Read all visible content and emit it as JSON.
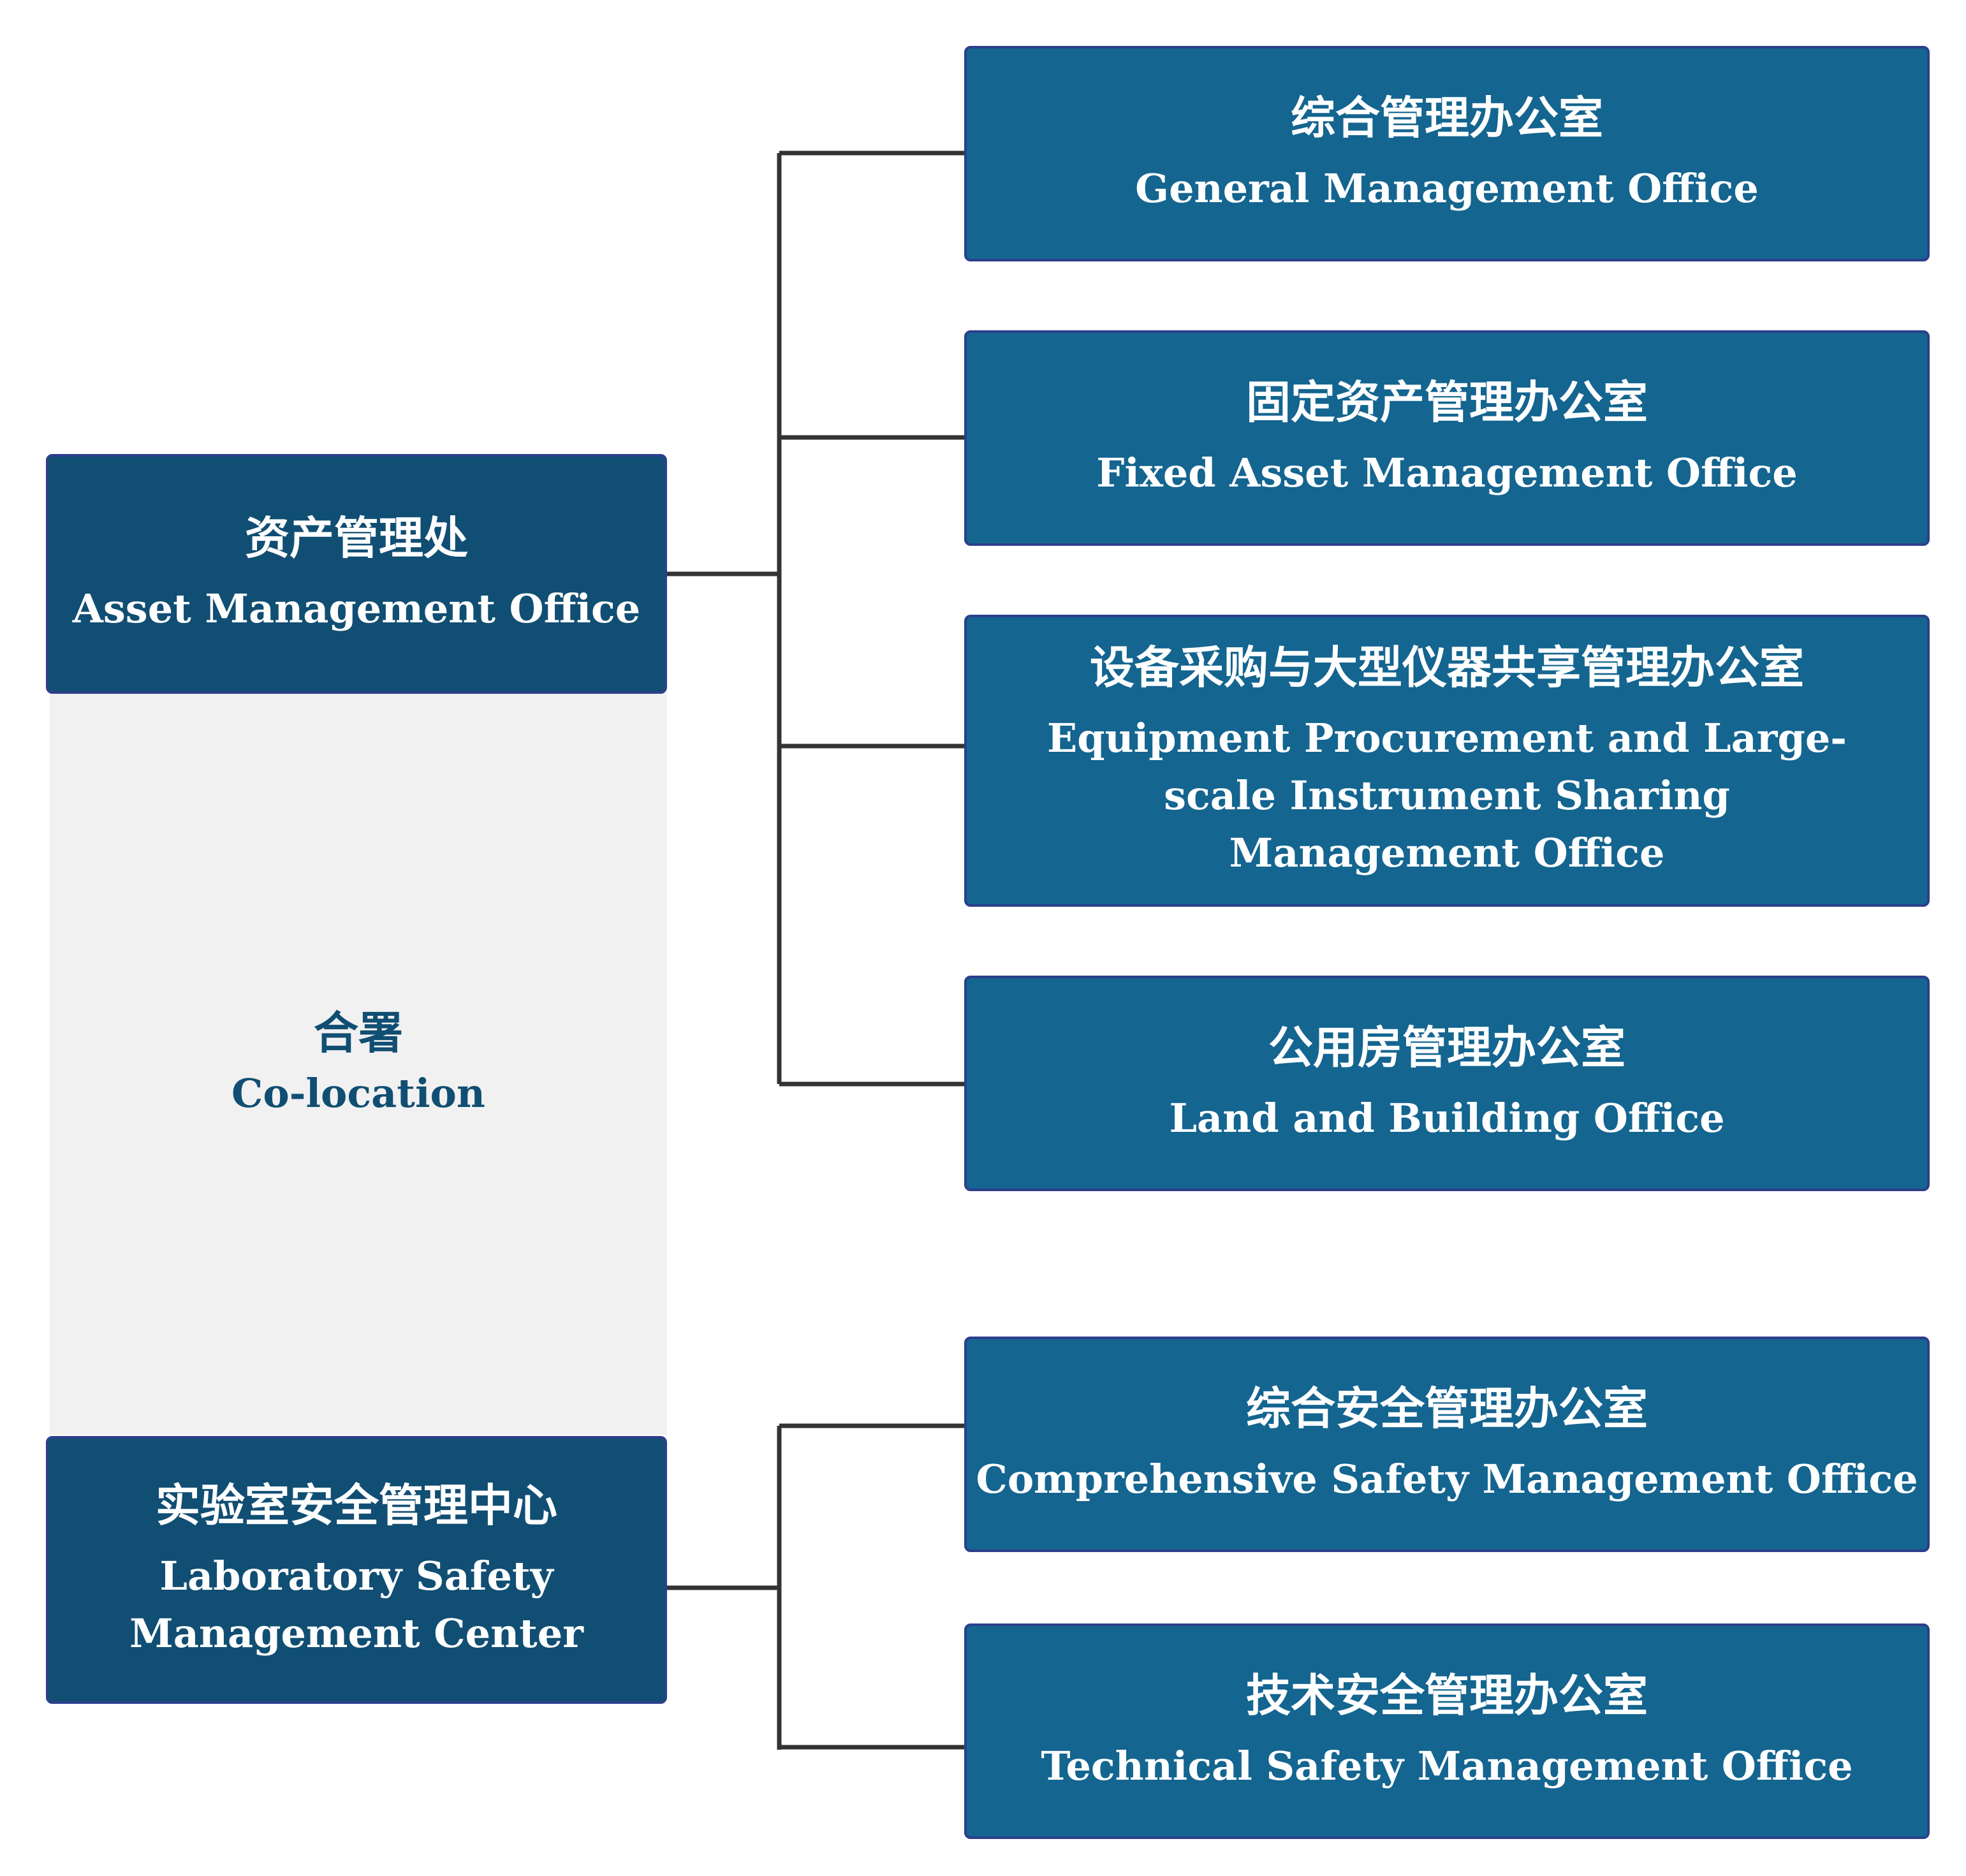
{
  "parents": [
    {
      "cn": "资产管理处",
      "en": "Asset Management Office"
    },
    {
      "cn": "实验室安全管理中心",
      "en": "Laboratory Safety Management Center"
    }
  ],
  "colocation": {
    "cn": "合署",
    "en": "Co-location"
  },
  "children": [
    {
      "cn": "综合管理办公室",
      "en": "General Management Office"
    },
    {
      "cn": "固定资产管理办公室",
      "en": "Fixed Asset Management Office"
    },
    {
      "cn": "设备采购与大型仪器共享管理办公室",
      "en": "Equipment Procurement and Large-scale Instrument Sharing Management Office"
    },
    {
      "cn": "公用房管理办公室",
      "en": "Land and Building Office"
    },
    {
      "cn": "综合安全管理办公室",
      "en": "Comprehensive Safety Management Office"
    },
    {
      "cn": "技术安全管理办公室",
      "en": "Technical Safety Management Office"
    }
  ],
  "colors": {
    "parent_fill": "#114e73",
    "child_fill": "#146590",
    "box_border": "#2c3f8c",
    "colocation_fill": "#f1f1f1",
    "connector": "#333333"
  }
}
